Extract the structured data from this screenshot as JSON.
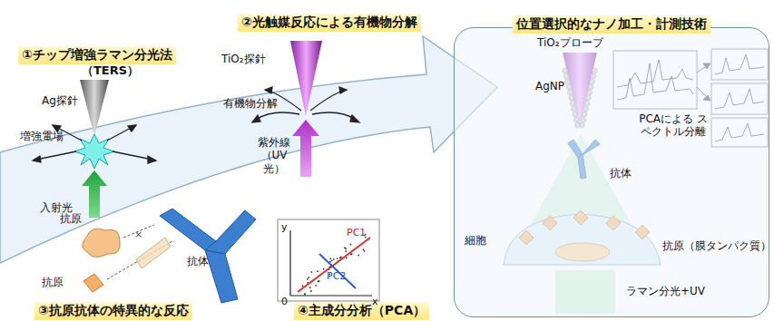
{
  "diagram": {
    "nodes": [
      {
        "text": [
          "①チップ増強ラマン分光法"
        ]
      },
      {
        "text": [
          "②光触媒反応による有機物分解"
        ]
      },
      {
        "text": [
          "③抗原抗体の特異的な反応"
        ]
      },
      {
        "text": [
          "④主成分分析（PCA）"
        ]
      },
      {
        "text": [
          "位置選択的なナノ加工・計測技術"
        ]
      }
    ],
    "labels": [
      "（TERS）",
      "Ag探針",
      "増強電場",
      "入射光",
      "TiO₂探針",
      "有機物分解",
      "紫外線 （UV光）",
      "抗原",
      "抗体",
      "抗原",
      "y",
      "x",
      "0",
      "PC1",
      "PC2",
      "TiO₂プローブ",
      "AgNP",
      "抗体",
      "PCAによる スペクトル分離",
      "細胞",
      "抗原（膜タンパク質）",
      "ラマン分光+UV"
    ]
  }
}
